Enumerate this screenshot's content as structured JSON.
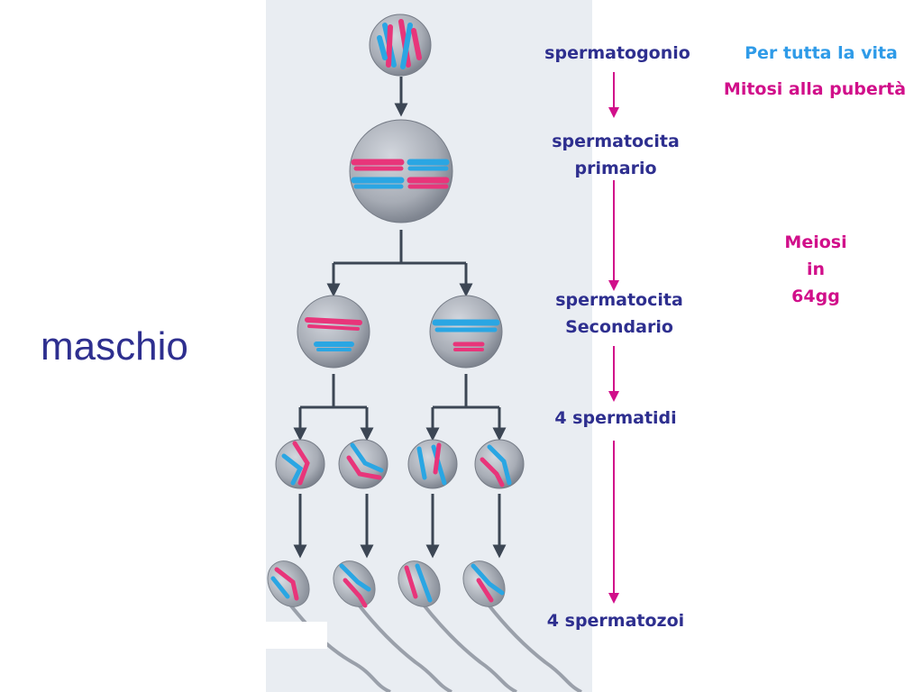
{
  "title": "maschio",
  "stages": [
    "spermatogonio",
    "spermatocita\nprimario",
    "spermatocita\nSecondario",
    "4 spermatidi",
    "4 spermatozoi"
  ],
  "notes": {
    "lifetime": "Per tutta la vita",
    "mitosis": "Mitosi alla pubertà",
    "meiosis": "Meiosi\nin\n64gg"
  },
  "colors": {
    "title": "#2e2f8f",
    "stage_text": "#2e2f8f",
    "note_blue": "#2f9be8",
    "note_magenta": "#d10f8a",
    "pink_chromosome": "#e8357a",
    "blue_chromosome": "#2aa6e3",
    "cell": "#a3a8b1",
    "panel": "#e9edf2",
    "arrow_dark": "#3c4654"
  }
}
